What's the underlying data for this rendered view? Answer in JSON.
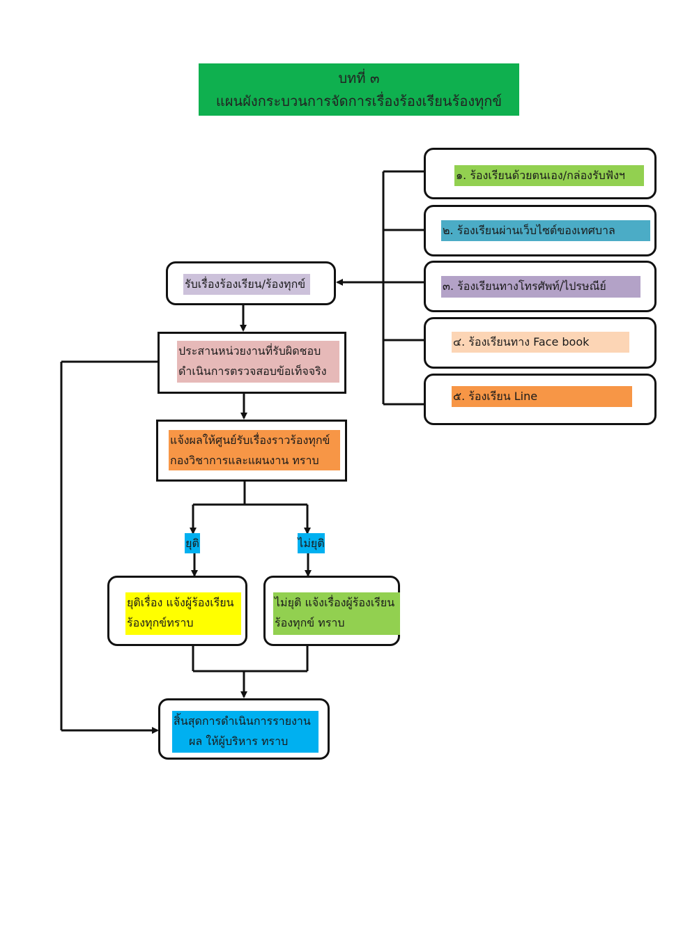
{
  "header": {
    "chapter": "บทที่ ๓",
    "title": "แผนผังกระบวนการจัดการเรื่องร้องเรียนร้องทุกข์",
    "color": "#0fb04f"
  },
  "channels": [
    {
      "label": "๑. ร้องเรียนด้วยตนเอง/กล่องรับฟังฯ",
      "color": "#92d050"
    },
    {
      "label": "๒. ร้องเรียนผ่านเว็บไซต์ของเทศบาล",
      "color": "#4bacc6"
    },
    {
      "label": "๓. ร้องเรียนทางโทรศัพท์/ไปรษณีย์",
      "color": "#b3a2c7"
    },
    {
      "label": "๔. ร้องเรียนทาง Face book",
      "color": "#fcd5b5"
    },
    {
      "label": "๕. ร้องเรียน Line",
      "color": "#f79646"
    }
  ],
  "steps": {
    "receive": {
      "label": "รับเรื่องร้องเรียน/ร้องทุกข์",
      "color": "#ccc1da"
    },
    "coordinate": {
      "line1": "ประสานหน่วยงานที่รับผิดชอบ",
      "line2": "ดำเนินการตรวจสอบข้อเท็จจริง",
      "color": "#e6b9b8"
    },
    "notify": {
      "line1": "แจ้งผลให้ศูนย์รับเรื่องราวร้องทุกข์",
      "line2": "กองวิชาการและแผนงาน ทราบ",
      "color": "#f79646"
    },
    "branch_yes": {
      "label": "ยุติ",
      "color": "#00b0f0"
    },
    "branch_no": {
      "label": "ไม่ยุติ",
      "color": "#00b0f0"
    },
    "resolved": {
      "line1": "ยุติเรื่อง แจ้งผู้ร้องเรียน",
      "line2": "ร้องทุกข์ทราบ",
      "color": "#ffff00"
    },
    "unresolved": {
      "line1": "ไม่ยุติ แจ้งเรื่องผู้ร้องเรียน",
      "line2": "ร้องทุกข์ ทราบ",
      "color": "#92d050"
    },
    "end": {
      "line1": "สิ้นสุดการดำเนินการรายงาน",
      "line2": "ผล ให้ผู้บริหาร ทราบ",
      "color": "#00b0f0"
    }
  }
}
